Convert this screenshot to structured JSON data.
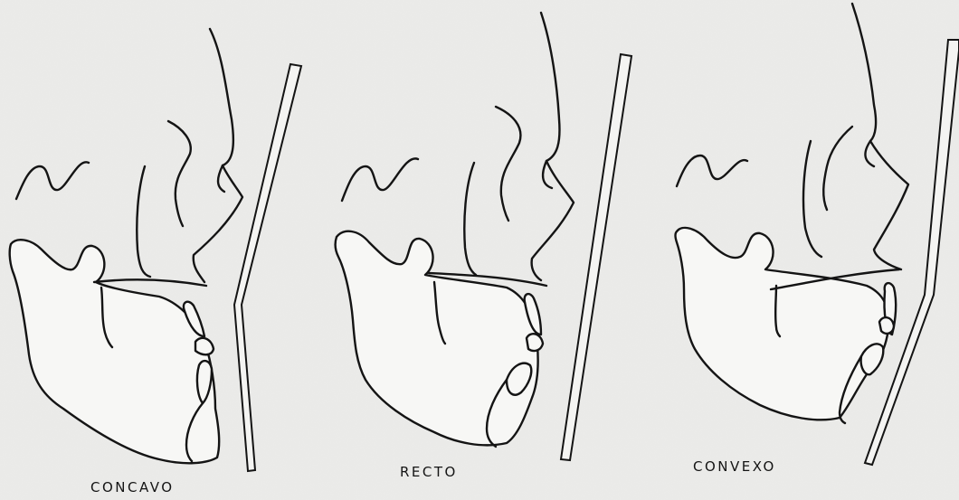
{
  "panels": [
    {
      "id": "concave",
      "caption": "CONCAVO"
    },
    {
      "id": "straight",
      "caption": "RECTO"
    },
    {
      "id": "convex",
      "caption": "CONVEXO"
    }
  ],
  "colors": {
    "background": "#ececea",
    "ink": "#141414"
  }
}
